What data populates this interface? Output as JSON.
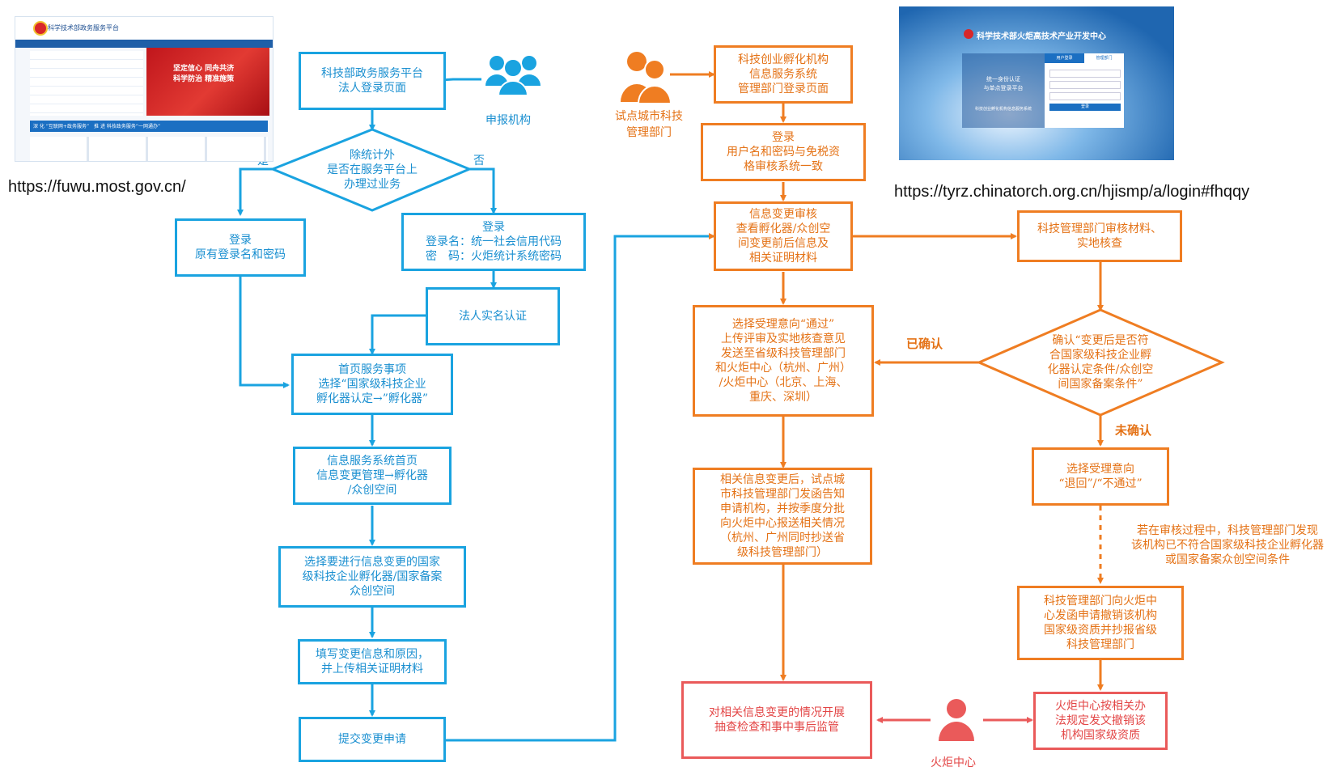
{
  "left_flow": {
    "b1": "科技部政务服务平台\n法人登录页面",
    "d1": "除统计外\n是否在服务平台上\n办理过业务",
    "yes": "是",
    "no": "否",
    "b2": "登录\n原有登录名和密码",
    "b3": "登录\n登录名：统一社会信用代码\n密　码：火炬统计系统密码",
    "b4": "法人实名认证",
    "b5": "首页服务事项\n选择“国家级科技企业\n孵化器认定→”孵化器”",
    "b6": "信息服务系统首页\n信息变更管理→孵化器\n/众创空间",
    "b7": "选择要进行信息变更的国家\n级科技企业孵化器/国家备案\n众创空间",
    "b8": "填写变更信息和原因，\n并上传相关证明材料",
    "b9": "提交变更申请",
    "actor": "申报机构"
  },
  "right_flow": {
    "o1": "科技创业孵化机构\n信息服务系统\n管理部门登录页面",
    "o2": "登录\n用户名和密码与免税资\n格审核系统一致",
    "o3": "信息变更审核\n查看孵化器/众创空\n间变更前后信息及\n相关证明材料",
    "o4": "科技管理部门审核材料、\n实地核查",
    "o5": "选择受理意向“通过”\n上传评审及实地核查意见\n发送至省级科技管理部门\n和火炬中心（杭州、广州）\n/火炬中心（北京、上海、\n重庆、深圳）",
    "d2": "确认“变更后是否符\n合国家级科技企业孵\n化器认定条件/众创空\n间国家备案条件”",
    "confirmed": "已确认",
    "unconfirmed": "未确认",
    "o6": "相关信息变更后，试点城\n市科技管理部门发函告知\n申请机构，并按季度分批\n向火炬中心报送相关情况\n（杭州、广州同时抄送省\n级科技管理部门）",
    "o7": "选择受理意向\n“退回”/“不通过”",
    "note": "若在审核过程中，科技管理部门发现\n该机构已不符合国家级科技企业孵化器\n或国家备案众创空间条件",
    "o8": "科技管理部门向火炬中\n心发函申请撤销该机构\n国家级资质并抄报省级\n科技管理部门",
    "r1": "对相关信息变更的情况开展\n抽查检查和事中事后监管",
    "r2": "火炬中心按相关办\n法规定发文撤销该\n机构国家级资质",
    "actor_city": "试点城市科技\n管理部门",
    "actor_torch": "火炬中心"
  },
  "urls": {
    "left": "https://fuwu.most.gov.cn/",
    "right": "https://tyrz.chinatorch.org.cn/hjismp/a/login#fhqqy"
  },
  "screenshot_left": {
    "site_title": "科学技术部政务服务平台",
    "banner": "坚定信心 同舟共济\n科学防治 精准施策",
    "slogan": "深 化 “互联网+政务服务”　推 进 科技政务服务“一网通办”"
  },
  "screenshot_right": {
    "title": "科学技术部火炬高技术产业开发中心",
    "tab1": "用户登录",
    "tab2": "管理部门",
    "panel": "统一身份认证\n与单点登录平台",
    "system": "科技创业孵化机构信息服务系统",
    "login_btn": "登录"
  },
  "colors": {
    "blue": "#1aa3e0",
    "orange": "#ef7d22",
    "red": "#ea5a5a"
  }
}
